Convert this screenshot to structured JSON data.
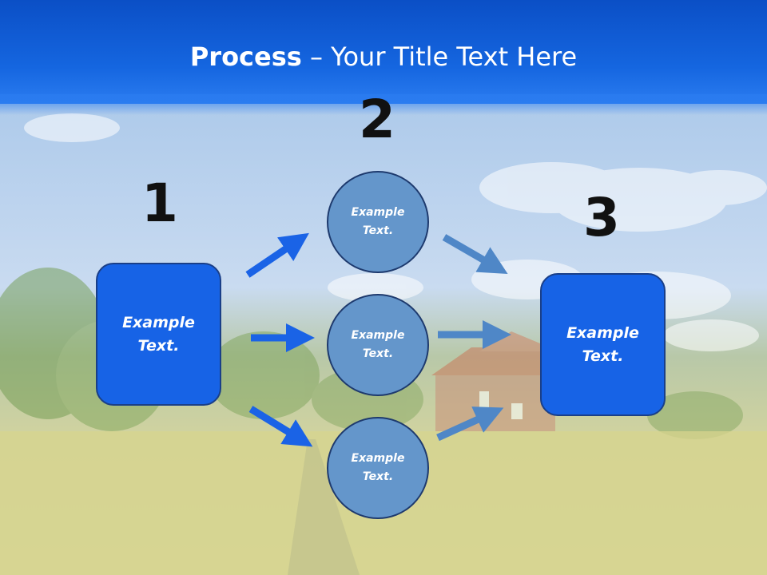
{
  "title": {
    "bold": "Process",
    "rest": " – Your Title Text Here"
  },
  "steps": [
    {
      "number": "1",
      "line1": "Example",
      "line2": "Text."
    },
    {
      "number": "2"
    },
    {
      "number": "3",
      "line1": "Example",
      "line2": "Text."
    }
  ],
  "circles": [
    {
      "line1": "Example",
      "line2": "Text."
    },
    {
      "line1": "Example",
      "line2": "Text."
    },
    {
      "line1": "Example",
      "line2": "Text."
    }
  ],
  "colors": {
    "header": "#1566e0",
    "box": "#1763e6",
    "circle": "#6496cb",
    "arrow_bright": "#1a63e6",
    "arrow_muted": "#4f87c7"
  },
  "background": "sky-with-clouds-house-and-rapeseed-field"
}
